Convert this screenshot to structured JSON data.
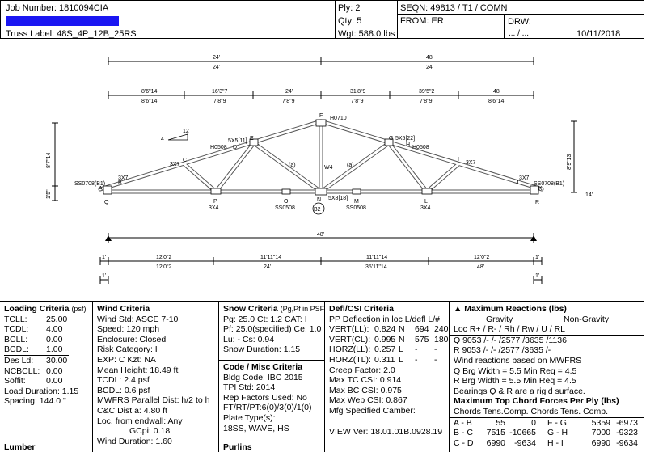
{
  "header": {
    "job_number": "Job Number: 1810094CIA",
    "truss_label": "Truss Label:  48S_4P_12B_25RS",
    "ply": "Ply: 2",
    "qty": "Qty: 5",
    "wgt": "Wgt: 588.0 lbs",
    "seqn": "SEQN: 49813 / T1 / COMN",
    "from": "FROM: ER",
    "drw": "DRW:",
    "drw_sub": "...    /  ...",
    "date": "10/11/2018"
  },
  "drawing": {
    "dim_top1_left": "24'",
    "dim_top1_left_sub": "24'",
    "dim_top1_right": "48'",
    "dim_top1_right_sub": "24'",
    "dim_row2": [
      {
        "a": "8'6\"14",
        "b": "8'6\"14"
      },
      {
        "a": "16'3\"7",
        "b": "7'8\"9"
      },
      {
        "a": "24'",
        "b": "7'8\"9"
      },
      {
        "a": "31'8\"9",
        "b": "7'8\"9"
      },
      {
        "a": "39'5\"2",
        "b": "7'8\"9"
      },
      {
        "a": "48'",
        "b": "8'6\"14"
      }
    ],
    "pitch_rise": "12",
    "pitch_run": "4",
    "height_left": "8'7\"14",
    "height_right": "8'9\"13",
    "heel_left": "1'5\"",
    "heel_right": "14'",
    "labels": {
      "F": "F",
      "plate_F": "H0710",
      "plate_D": "5X5[11]",
      "E": "E",
      "H0508_left": "H0508",
      "D": "D",
      "plate_C": "3X7",
      "C": "C",
      "plate_B": "3X7",
      "B": "B",
      "A_label": "SS0708(B1)",
      "A": "A",
      "Q": "Q",
      "G": "G",
      "plate_G": "5X5[22]",
      "H": "H",
      "H0508_right": "H0508",
      "plate_I": "3X7",
      "I": "I",
      "plate_J": "3X7",
      "J": "J",
      "R_label": "SS0708(B1)",
      "K": "K",
      "R": "R",
      "W4": "W4",
      "a_left": "(a)",
      "a_right": "(a)",
      "P": "P",
      "plate_P": "3X4",
      "O": "O",
      "plate_O": "SS0508",
      "N": "N",
      "plate_N": "5X8[18]",
      "M": "M",
      "plate_M": "SS0508",
      "L": "L",
      "plate_L": "3X4",
      "B2": "B2"
    },
    "overall": "48'",
    "dim_bot_segments": [
      {
        "a": "12'0\"2",
        "b": "12'0\"2"
      },
      {
        "a": "11'11\"14",
        "b": "24'"
      },
      {
        "a": "11'11\"14",
        "b": "35'11\"14"
      },
      {
        "a": "12'0\"2",
        "b": "48'"
      }
    ],
    "small_left": "1'",
    "small_right": "1'",
    "small_left2": "1'",
    "small_right2": "1'"
  },
  "loading": {
    "title": "Loading Criteria",
    "unit": "(psf)",
    "rows": [
      {
        "k": "TCLL:",
        "v": "25.00"
      },
      {
        "k": "TCDL:",
        "v": "4.00"
      },
      {
        "k": "BCLL:",
        "v": "0.00"
      },
      {
        "k": "BCDL:",
        "v": "1.00"
      },
      {
        "k": "Des Ld:",
        "v": "30.00"
      },
      {
        "k": "NCBCLL:",
        "v": "0.00"
      },
      {
        "k": "Soffit:",
        "v": "0.00"
      }
    ],
    "load_duration": "Load Duration: 1.15",
    "spacing": "Spacing: 144.0 \""
  },
  "wind": {
    "title": "Wind Criteria",
    "lines": [
      "Wind Std:  ASCE 7-10",
      "Speed: 120 mph",
      "Enclosure: Closed",
      "Risk Category: I",
      "EXP: C  Kzt: NA",
      "Mean Height: 18.49 ft",
      "TCDL: 2.4 psf",
      "BCDL: 0.6 psf",
      "MWFRS Parallel Dist: h/2 to h",
      "C&C Dist a: 4.80 ft",
      "Loc. from endwall: Any",
      "GCpi: 0.18",
      "Wind Duration: 1.60"
    ]
  },
  "snow": {
    "title": "Snow Criteria",
    "unit": "(Pg,Pf in PSF)",
    "lines": [
      "Pg: 25.0   Ct: 1.2   CAT: I",
      "Pf: 25.0(specified)  Ce: 1.0",
      "Lu:   -       Cs: 0.94",
      "Snow Duration: 1.15"
    ]
  },
  "code": {
    "title": "Code / Misc Criteria",
    "lines": [
      "Bldg Code: IBC 2015",
      "TPI Std: 2014",
      "Rep Factors Used: No",
      "FT/RT/PT:6(0)/3(0)/1(0)",
      "Plate Type(s):",
      "18SS, WAVE, HS"
    ]
  },
  "defl": {
    "title": "Defl/CSI Criteria",
    "header": "PP Deflection in   loc L/defl  L/#",
    "rows": [
      {
        "k": "VERT(LL):",
        "v": "0.824",
        "loc": "N",
        "ld": "694",
        "ln": "240"
      },
      {
        "k": "VERT(CL):",
        "v": "0.995",
        "loc": "N",
        "ld": "575",
        "ln": "180"
      },
      {
        "k": "HORZ(LL):",
        "v": "0.257",
        "loc": "L",
        "ld": "-",
        "ln": "-"
      },
      {
        "k": "HORZ(TL):",
        "v": "0.311",
        "loc": "L",
        "ld": "-",
        "ln": "-"
      }
    ],
    "lines": [
      "Creep Factor: 2.0",
      "Max TC CSI:    0.914",
      "Max BC CSI:    0.975",
      "Max Web CSI:  0.867",
      "Mfg Specified Camber:"
    ],
    "view_ver": "VIEW Ver: 18.01.01B.0928.19"
  },
  "reactions": {
    "title": "▲ Maximum Reactions (lbs)",
    "gravity": "Gravity",
    "non_gravity": "Non-Gravity",
    "col_head": "Loc  R+   / R-      / Rh         / Rw   / U     / RL",
    "rows": [
      "Q   9053  /-         /-              /2577  /3635  /1136",
      "R   9053  /-         /-              /2577  /3635  /-"
    ],
    "note1": "Wind reactions based on MWFRS",
    "brg": [
      "Q    Brg Width = 5.5          Min Req = 4.5",
      "R    Brg Width = 5.5          Min Req = 4.5"
    ],
    "note2": "Bearings Q & R are a rigid surface.",
    "forces_title": "Maximum Top Chord Forces Per Ply (lbs)",
    "forces_head": "Chords   Tens.Comp.      Chords   Tens.  Comp.",
    "forces": [
      {
        "c1": "A - B",
        "t1": "55",
        "p1": "0",
        "c2": "F - G",
        "t2": "5359",
        "p2": "-6973"
      },
      {
        "c1": "B - C",
        "t1": "7515",
        "p1": "-10665",
        "c2": "G - H",
        "t2": "7000",
        "p2": "-9323"
      },
      {
        "c1": "C - D",
        "t1": "6990",
        "p1": "-9634",
        "c2": "H - I",
        "t2": "6990",
        "p2": "-9634"
      }
    ]
  },
  "footer": {
    "lumber": "Lumber",
    "purlins": "Purlins"
  }
}
